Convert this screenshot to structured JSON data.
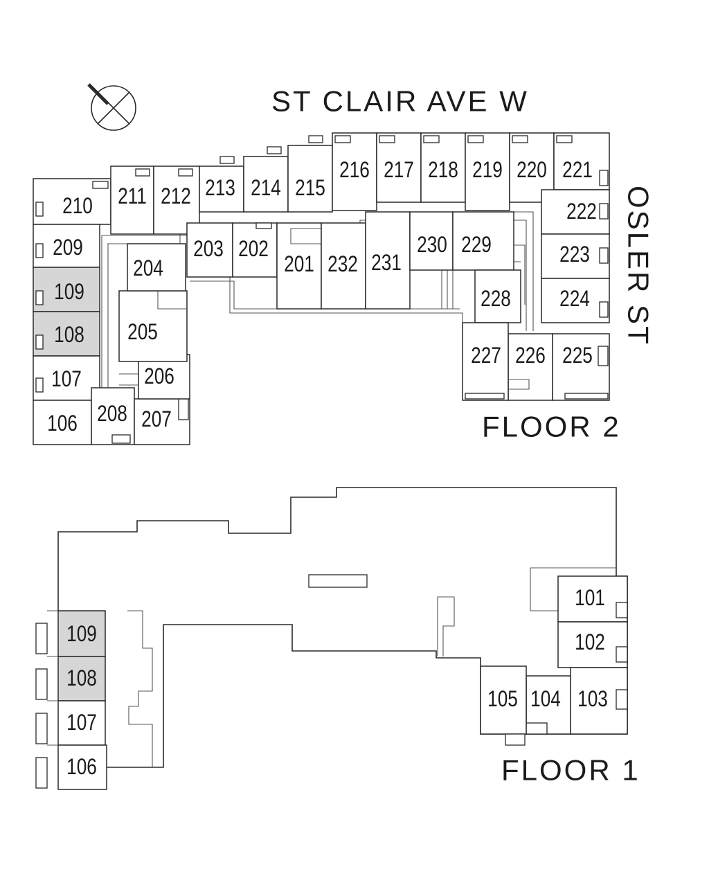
{
  "labels": {
    "street_north": "ST CLAIR AVE W",
    "street_east": "OSLER ST",
    "floor2": "FLOOR 2",
    "floor1": "FLOOR 1"
  },
  "colors": {
    "highlight": "#d6d6d6",
    "line": "#2a2a2a",
    "background": "#ffffff"
  },
  "compass": {
    "icon": "north-arrow-compass-icon"
  },
  "floor2": {
    "units": [
      "210",
      "211",
      "212",
      "213",
      "214",
      "215",
      "216",
      "217",
      "218",
      "219",
      "220",
      "221",
      "222",
      "209",
      "109",
      "108",
      "107",
      "106",
      "208",
      "207",
      "206",
      "205",
      "204",
      "203",
      "202",
      "201",
      "232",
      "231",
      "230",
      "229",
      "228",
      "223",
      "224",
      "225",
      "226",
      "227"
    ],
    "highlighted": [
      "109",
      "108"
    ]
  },
  "floor1": {
    "units": [
      "109",
      "108",
      "107",
      "106",
      "101",
      "102",
      "103",
      "104",
      "105"
    ],
    "highlighted": [
      "109",
      "108"
    ]
  }
}
